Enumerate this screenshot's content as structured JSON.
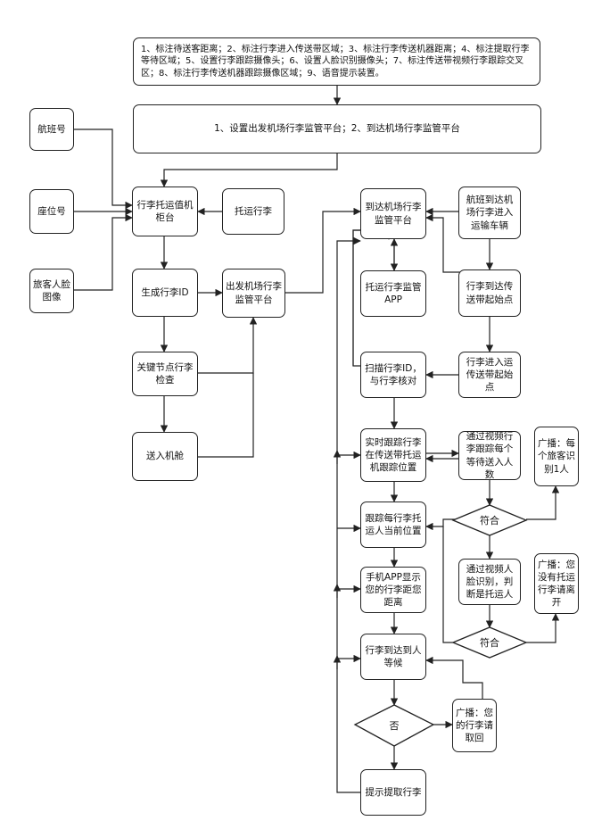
{
  "diagram": {
    "top_note": "1、标注待送客距离；2、标注行李进入传送带区域；3、标注行李传送机器距离；4、标注提取行李等待区域；5、设置行李跟踪摄像头；6、设置人脸识别摄像头；7、标注传送带视频行李跟踪交叉区；8、标注行李传送机器跟踪摄像区域；9、语音提示装置。",
    "setup_note": "1、设置出发机场行李监管平台；2、到达机场行李监管平台",
    "nodes": {
      "flight_no": "航班号",
      "seat_no": "座位号",
      "face_photo": "旅客人脸图像",
      "checkin": "行李托运值机柜台",
      "consign": "托运行李",
      "gen_id": "生成行李ID",
      "dep_platform": "出发机场行李监管平台",
      "key_check": "关键节点行李检查",
      "load": "送入机舱",
      "arr_platform": "到达机场行李监管平台",
      "flight_arrive": "航班到达机场行李进入运输车辆",
      "app": "托运行李监管APP",
      "arrive_conveyor": "行李到达传送带起始点",
      "scan": "扫描行李ID，与行李核对",
      "enter_conveyor": "行李进入运传送带起始点",
      "realtime": "实时跟踪行李在传送带托运机跟踪位置",
      "video_track": "通过视频行李跟踪每个等待送入人数",
      "broadcast1": "广播：每个旅客识别1人",
      "match1": "符合",
      "track_pos": "跟踪每行李托运人当前位置",
      "face_video": "通过视频人脸识别，判断是托运人",
      "broadcast2": "广播：您没有托运行李请离开",
      "app_show": "手机APP显示您的行李距您距离",
      "match2": "符合",
      "arrive_person": "行李到达到人等候",
      "no": "否",
      "broadcast3": "广播：您的行李请取回",
      "prompt": "提示提取行李"
    }
  }
}
